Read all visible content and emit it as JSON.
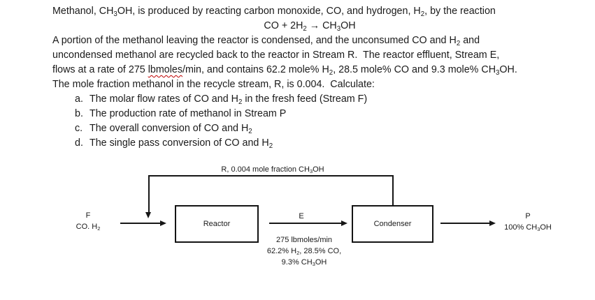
{
  "problem": {
    "line1": "Methanol, CH₃OH, is produced by reacting carbon monoxide, CO, and hydrogen, H₂, by the reaction",
    "equation": "CO + 2H₂ → CH₃OH",
    "line3": "A portion of the methanol leaving the reactor is condensed, and the unconsumed CO and H₂ and",
    "line4": "uncondensed methanol are recycled back to the reactor in Stream R.  The reactor effluent, Stream E,",
    "line5_pre": "flows at a rate of 275 ",
    "line5_misspelled_word": "lbmoles",
    "line5_post": "/min, and contains 62.2 mole% H₂, 28.5 mole% CO and 9.3 mole% CH₃OH.",
    "line6": "The mole fraction methanol in the recycle stream, R, is 0.004.  Calculate:",
    "items": [
      {
        "letter": "a.",
        "text": "The molar flow rates of CO and H₂ in the fresh feed (Stream F)"
      },
      {
        "letter": "b.",
        "text": "The production rate of methanol in Stream P"
      },
      {
        "letter": "c.",
        "text": "The overall conversion of CO and H₂"
      },
      {
        "letter": "d.",
        "text": "The single pass conversion of CO and H₂"
      }
    ]
  },
  "diagram": {
    "recycle_label": "R, 0.004 mole fraction CH₃OH",
    "feed_label_top": "F",
    "feed_label_bottom": "CO. H₂",
    "reactor_label": "Reactor",
    "stream_e_label": "E",
    "effluent_line1": "275 lbmoles/min",
    "effluent_line2": "62.2% H₂, 28.5% CO,",
    "effluent_line3": "9.3% CH₃OH",
    "condenser_label": "Condenser",
    "product_label_top": "P",
    "product_label_bottom": "100% CH₃OH"
  },
  "colors": {
    "background": "#ffffff",
    "text": "#1a1a1a",
    "line": "#161616",
    "spellcheck_underline": "#c00000"
  }
}
